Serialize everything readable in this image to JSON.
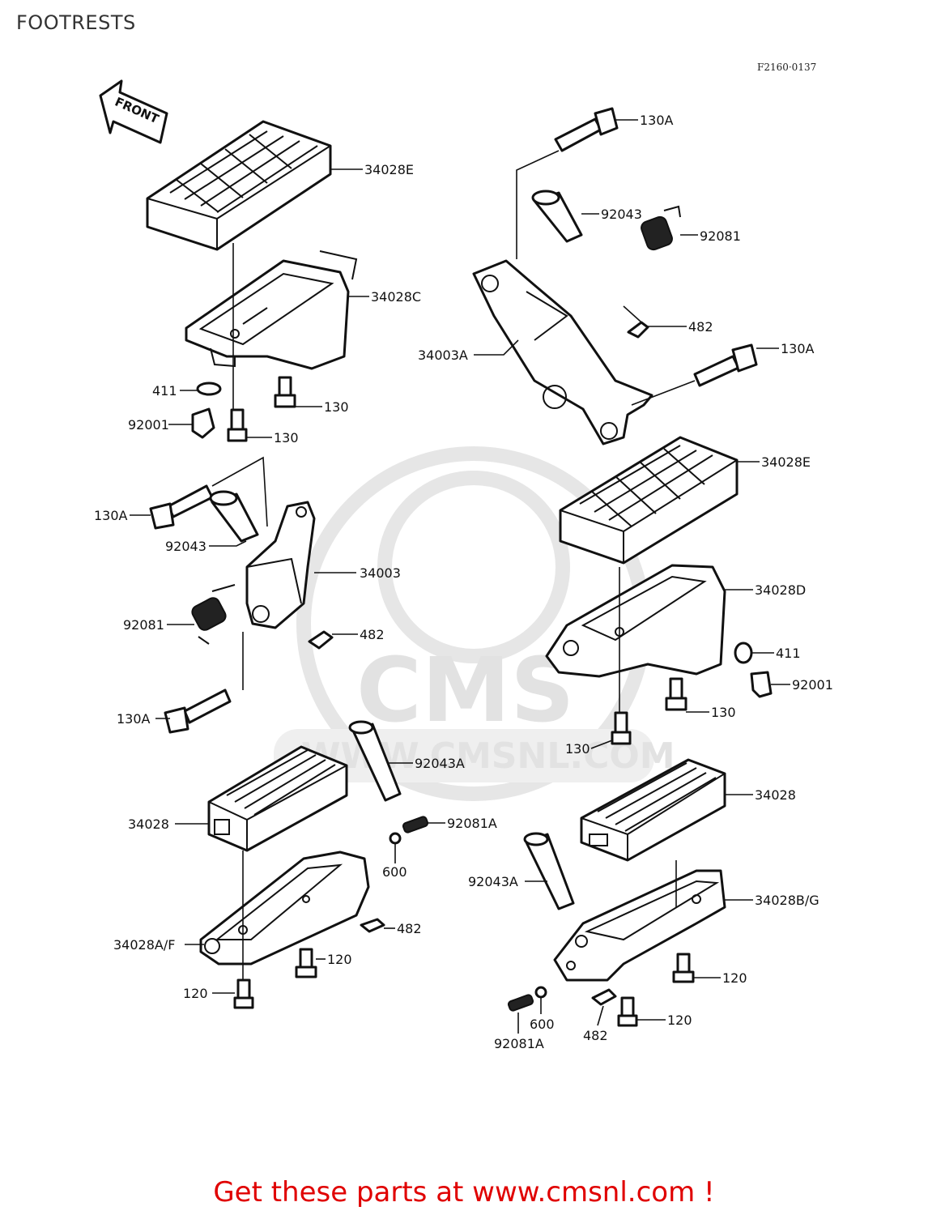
{
  "header": {
    "title": "FOOTRESTS",
    "diagram_code": "F2160·0137"
  },
  "front_marker": {
    "label": "FRONT"
  },
  "watermark": {
    "logo_text": "CMS",
    "site_text": "WWW.CMSNL.COM"
  },
  "footer": {
    "cta": "Get these parts at www.cmsnl.com !",
    "cta_color": "#e00000"
  },
  "labels": [
    {
      "id": "l-130a-1",
      "text": "130A"
    },
    {
      "id": "l-34028e-1",
      "text": "34028E"
    },
    {
      "id": "l-92043-1",
      "text": "92043"
    },
    {
      "id": "l-92081-1",
      "text": "92081"
    },
    {
      "id": "l-34028c",
      "text": "34028C"
    },
    {
      "id": "l-482-1",
      "text": "482"
    },
    {
      "id": "l-34003a",
      "text": "34003A"
    },
    {
      "id": "l-130a-2",
      "text": "130A"
    },
    {
      "id": "l-411-1",
      "text": "411"
    },
    {
      "id": "l-130-1",
      "text": "130"
    },
    {
      "id": "l-92001-1",
      "text": "92001"
    },
    {
      "id": "l-130-2",
      "text": "130"
    },
    {
      "id": "l-34028e-2",
      "text": "34028E"
    },
    {
      "id": "l-130a-3",
      "text": "130A"
    },
    {
      "id": "l-92043-2",
      "text": "92043"
    },
    {
      "id": "l-34003",
      "text": "34003"
    },
    {
      "id": "l-34028d",
      "text": "34028D"
    },
    {
      "id": "l-92081-2",
      "text": "92081"
    },
    {
      "id": "l-482-2",
      "text": "482"
    },
    {
      "id": "l-411-2",
      "text": "411"
    },
    {
      "id": "l-92001-2",
      "text": "92001"
    },
    {
      "id": "l-130a-4",
      "text": "130A"
    },
    {
      "id": "l-130-3",
      "text": "130"
    },
    {
      "id": "l-130-4",
      "text": "130"
    },
    {
      "id": "l-92043a-1",
      "text": "92043A"
    },
    {
      "id": "l-34028-1",
      "text": "34028"
    },
    {
      "id": "l-34028-2",
      "text": "34028"
    },
    {
      "id": "l-92081a-1",
      "text": "92081A"
    },
    {
      "id": "l-600-1",
      "text": "600"
    },
    {
      "id": "l-92043a-2",
      "text": "92043A"
    },
    {
      "id": "l-34028bg",
      "text": "34028B/G"
    },
    {
      "id": "l-482-3",
      "text": "482"
    },
    {
      "id": "l-34028af",
      "text": "34028A/F"
    },
    {
      "id": "l-120-1",
      "text": "120"
    },
    {
      "id": "l-120-2",
      "text": "120"
    },
    {
      "id": "l-120-3",
      "text": "120"
    },
    {
      "id": "l-120-4",
      "text": "120"
    },
    {
      "id": "l-600-2",
      "text": "600"
    },
    {
      "id": "l-482-4",
      "text": "482"
    },
    {
      "id": "l-92081a-2",
      "text": "92081A"
    }
  ]
}
